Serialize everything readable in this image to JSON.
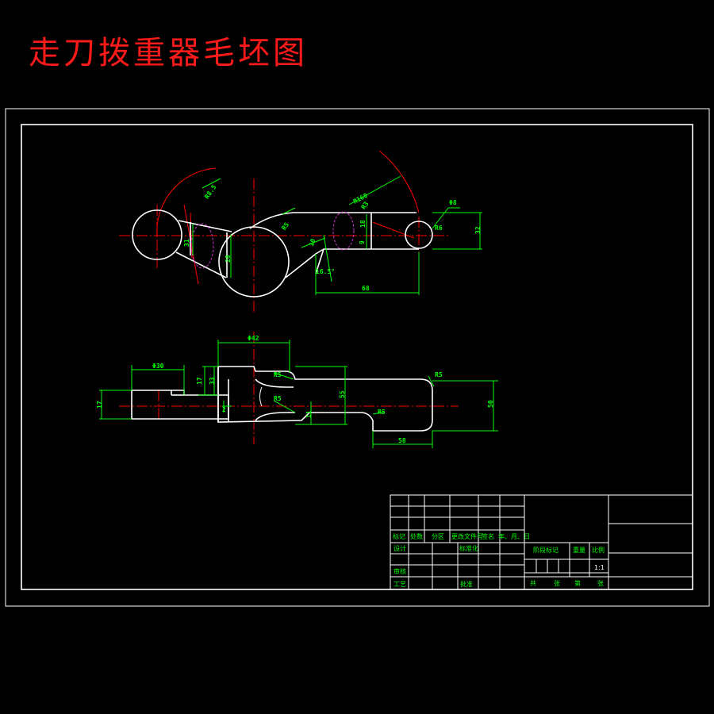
{
  "title": "走刀拨重器毛坯图",
  "dimensions": {
    "top_view": [
      "R8.5",
      "31",
      "28",
      "R5",
      "R160",
      "10",
      "16.5°",
      "68",
      "Φ8",
      "32",
      "18",
      "9",
      "R3",
      "R6"
    ],
    "side_view": [
      "Φ42",
      "Φ30",
      "17",
      "33",
      "17",
      "R5",
      "R5",
      "R5",
      "55",
      "11",
      "2",
      "R5",
      "58",
      "50"
    ]
  },
  "title_block": {
    "row_labels": [
      "标记",
      "处数",
      "分区",
      "更改文件号",
      "签名",
      "年、月、日"
    ],
    "design": "设计",
    "standardize": "标准化",
    "review": "审核",
    "process": "工艺",
    "approve": "批准",
    "stage_mark": "阶段标记",
    "weight": "重量",
    "scale": "比例",
    "scale_value": "1:1",
    "sheets_total": "共",
    "sheet_unit": "张",
    "sheet_no": "第",
    "sheet_unit2": "张"
  }
}
